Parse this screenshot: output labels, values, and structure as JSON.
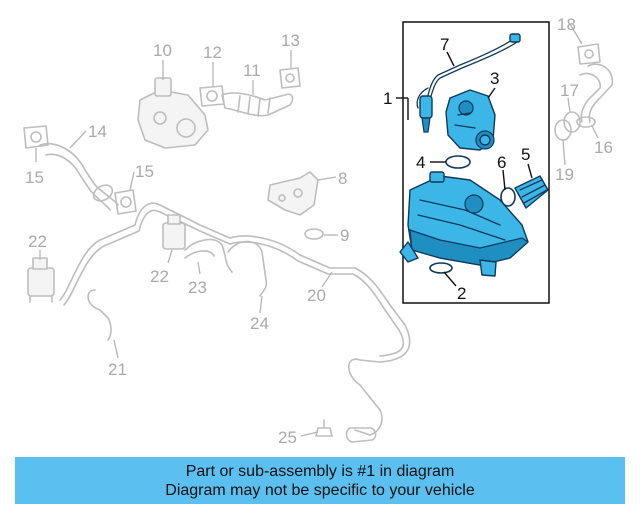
{
  "callouts": {
    "c1": "1",
    "c2": "2",
    "c3": "3",
    "c4": "4",
    "c5": "5",
    "c6": "6",
    "c7": "7",
    "c8": "8",
    "c9": "9",
    "c10": "10",
    "c11": "11",
    "c12": "12",
    "c13": "13",
    "c14": "14",
    "c15a": "15",
    "c15b": "15",
    "c16": "16",
    "c17": "17",
    "c18": "18",
    "c19": "19",
    "c20": "20",
    "c21": "21",
    "c22a": "22",
    "c22b": "22",
    "c23": "23",
    "c24": "24",
    "c25": "25"
  },
  "banner": {
    "line1": "Part or sub-assembly is #1 in diagram",
    "line2": "Diagram may not be specific to your vehicle"
  },
  "colors": {
    "highlight_part": "#3bb6e6",
    "banner": "#5bc0f0",
    "other_parts": "#bdbdbd"
  }
}
